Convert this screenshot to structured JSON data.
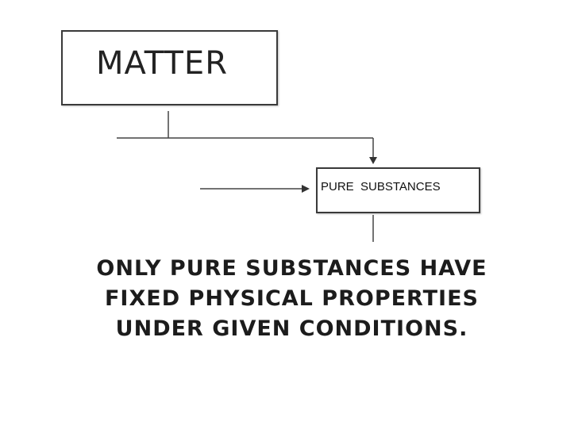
{
  "diagram": {
    "root_label": "MATTER",
    "child_label": "PURE  SUBSTANCES"
  },
  "caption": {
    "text": "Only pure substances have fixed physical properties under given conditions."
  }
}
